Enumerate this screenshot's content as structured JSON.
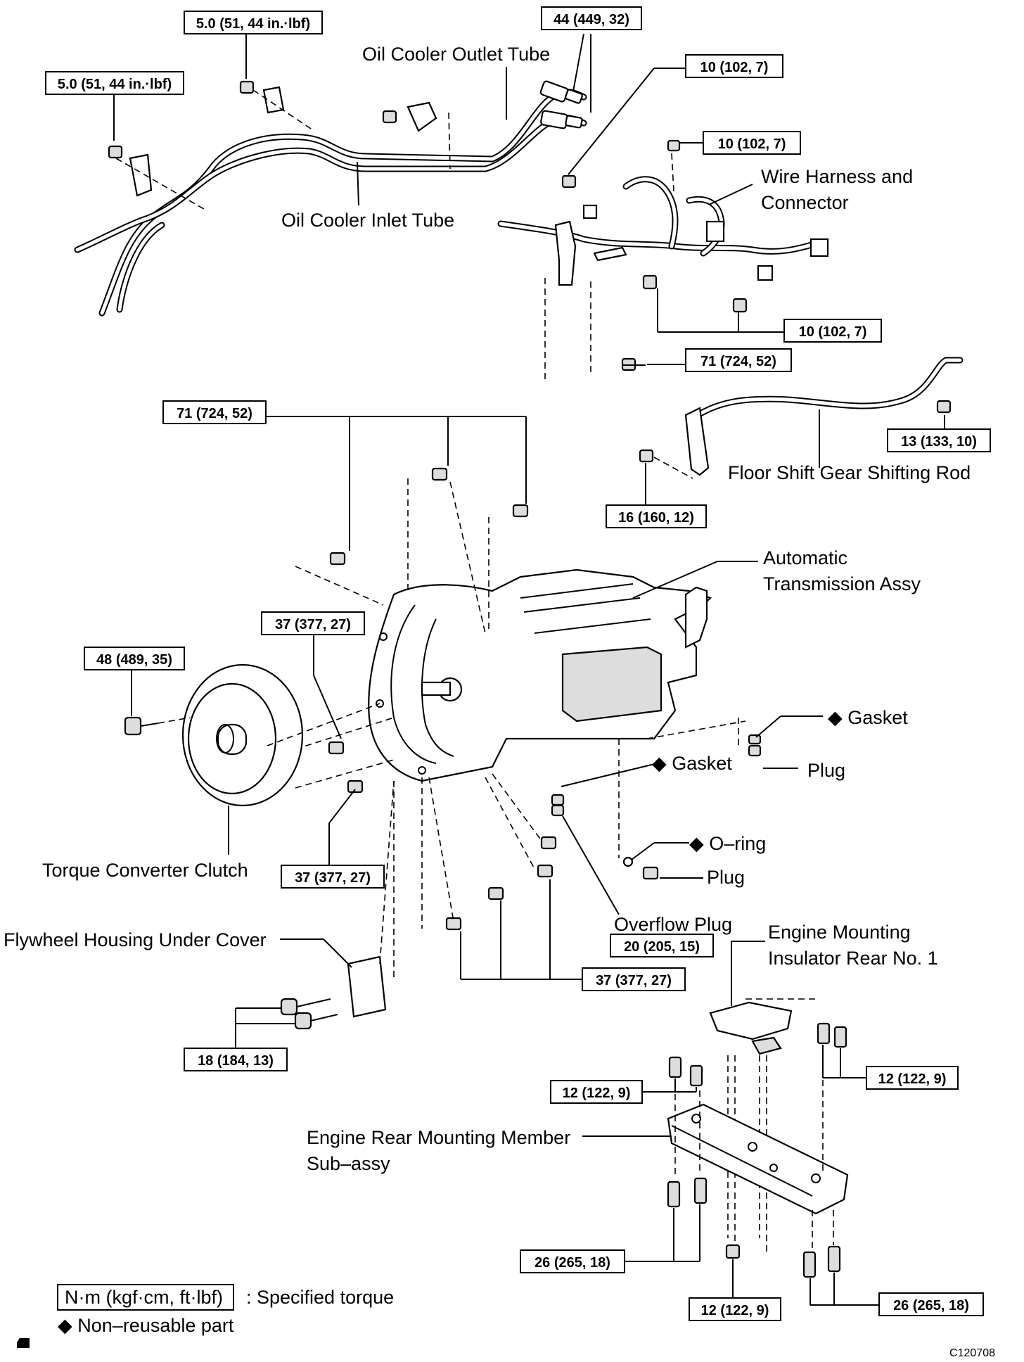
{
  "labels": {
    "oil_cooler_outlet_tube": "Oil Cooler Outlet Tube",
    "oil_cooler_inlet_tube": "Oil Cooler Inlet Tube",
    "wire_harness_1": "Wire Harness and",
    "wire_harness_2": "Connector",
    "floor_shift_rod": "Floor Shift Gear Shifting Rod",
    "automatic_trans_1": "Automatic",
    "automatic_trans_2": "Transmission Assy",
    "gasket_upper": "◆ Gasket",
    "gasket_lower": "◆ Gasket",
    "plug_upper": "Plug",
    "plug_lower": "Plug",
    "o_ring": "◆ O–ring",
    "overflow_plug": "Overflow Plug",
    "torque_converter": "Torque Converter Clutch",
    "flywheel_cover": "Flywheel Housing Under Cover",
    "engine_mount_1": "Engine Mounting",
    "engine_mount_2": "Insulator Rear No. 1",
    "rear_member_1": "Engine Rear Mounting Member",
    "rear_member_2": "Sub–assy"
  },
  "torques": {
    "t_5_0_a": "5.0 (51, 44 in.·lbf)",
    "t_5_0_b": "5.0 (51, 44 in.·lbf)",
    "t_44": "44 (449, 32)",
    "t_10_a": "10 (102, 7)",
    "t_10_b": "10 (102, 7)",
    "t_10_c": "10 (102, 7)",
    "t_71_a": "71 (724, 52)",
    "t_71_b": "71 (724, 52)",
    "t_13": "13 (133, 10)",
    "t_16": "16 (160, 12)",
    "t_37_a": "37 (377, 27)",
    "t_37_b": "37 (377, 27)",
    "t_37_c": "37 (377, 27)",
    "t_48": "48 (489, 35)",
    "t_20": "20 (205, 15)",
    "t_18": "18 (184, 13)",
    "t_12_a": "12 (122, 9)",
    "t_12_b": "12 (122, 9)",
    "t_12_c": "12 (122, 9)",
    "t_26_a": "26 (265, 18)",
    "t_26_b": "26 (265, 18)"
  },
  "legend": {
    "unit_box": "N·m (kgf·cm, ft·lbf)",
    "unit_desc": ": Specified torque",
    "nonreusable": "◆ Non–reusable part"
  },
  "figure_code": "C120708"
}
